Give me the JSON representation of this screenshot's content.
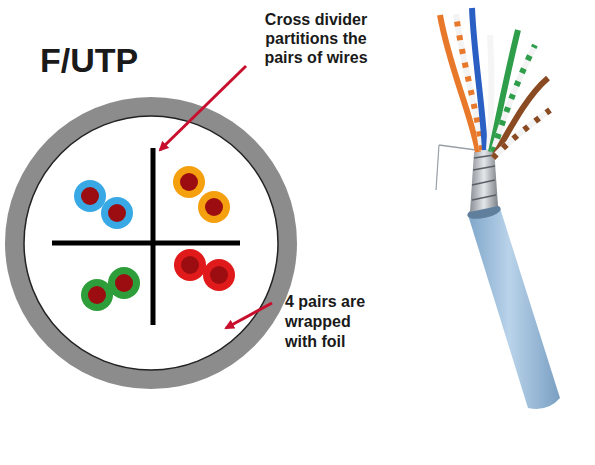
{
  "diagram": {
    "title": "F/UTP",
    "labels": [
      "Cross divider partitions the pairs of wires",
      "4 pairs are wrapped with foil"
    ]
  }
}
